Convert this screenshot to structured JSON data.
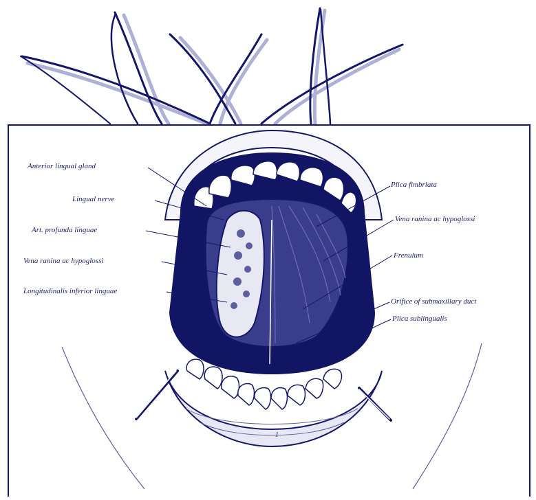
{
  "colors": {
    "ink": "#14166a",
    "ink_light": "#aeb0d6",
    "mouth_dark": "#121464",
    "tongue_mid": "#3a3c8c",
    "background": "#ffffff"
  },
  "labels_left": [
    "Anterior lingual gland",
    "Lingual nerve",
    "Art. profunda linguae",
    "Vena ranina ac hypoglossi",
    "Longitudinalis inferior linguae"
  ],
  "labels_right": [
    "Plica fimbriata",
    "Vena ranina ac hypoglossi",
    "Frenulum",
    "Orifice of submaxillary duct",
    "Plica sublingualis"
  ],
  "figure_number": "1"
}
